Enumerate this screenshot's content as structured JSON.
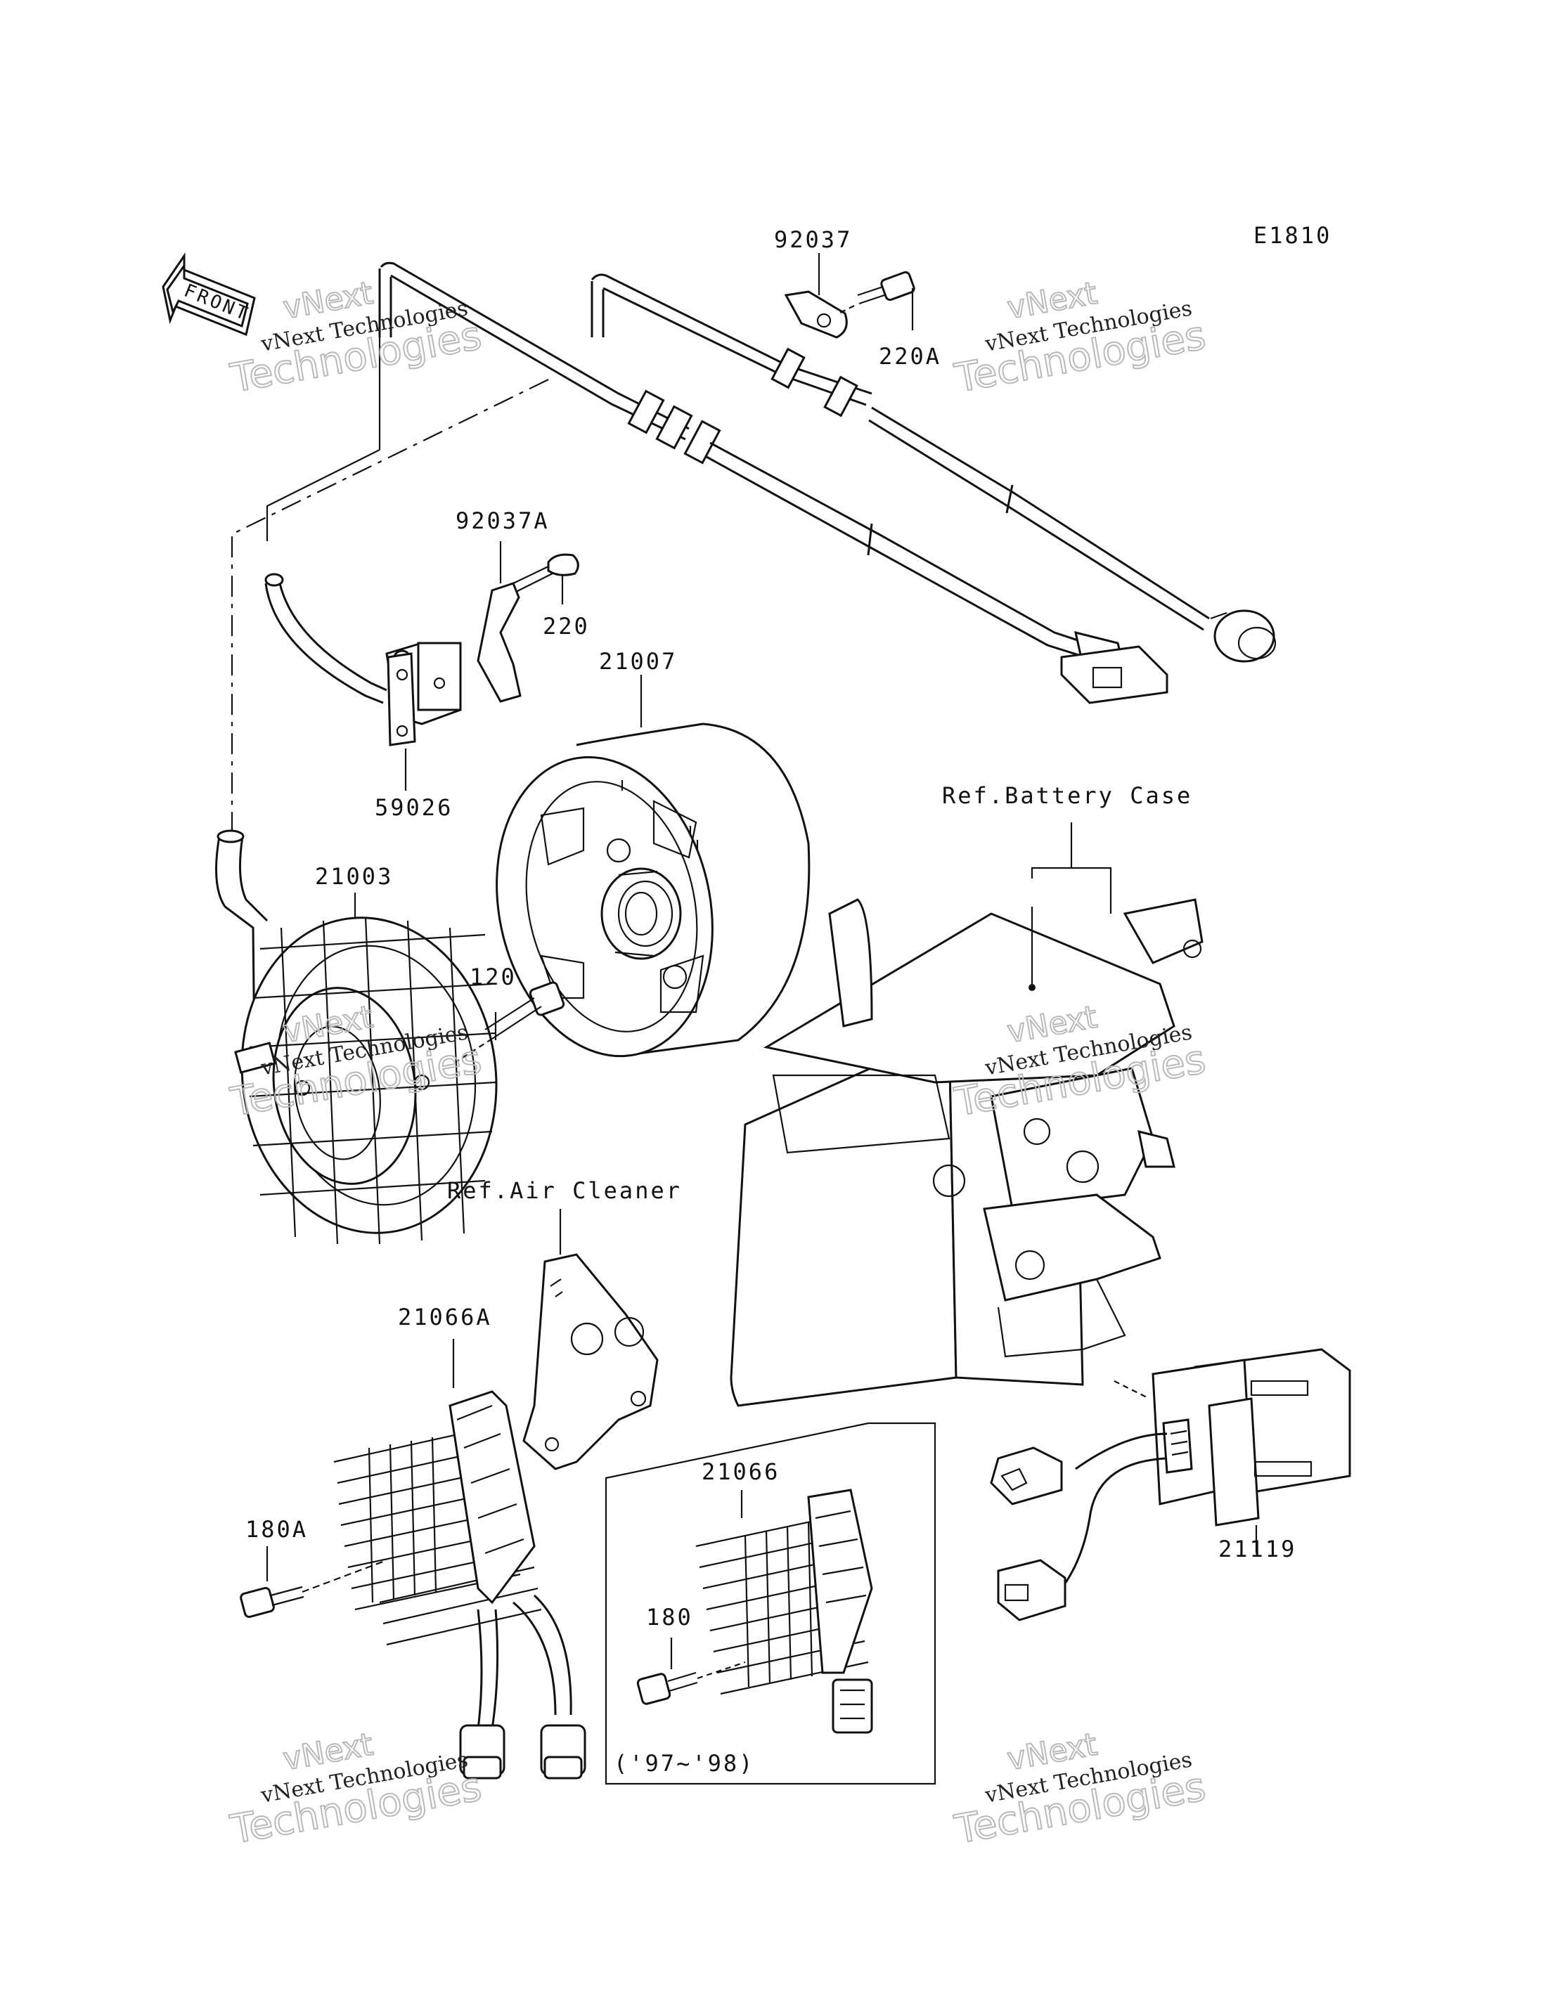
{
  "diagram_code": "E1810",
  "front_label": "FRONT",
  "watermark": {
    "line1": "vNext Technologies",
    "line2": "Technologies",
    "line3": "vNext"
  },
  "parts": {
    "p92037": "92037",
    "p220A": "220A",
    "p92037A": "92037A",
    "p220": "220",
    "p21007": "21007",
    "p59026": "59026",
    "p21003": "21003",
    "p120": "120",
    "p21066A": "21066A",
    "p180A": "180A",
    "p21066": "21066",
    "p180": "180",
    "p21119": "21119"
  },
  "references": {
    "battery_case": "Ref.Battery Case",
    "air_cleaner": "Ref.Air Cleaner"
  },
  "inset_note": "('97~'98)"
}
